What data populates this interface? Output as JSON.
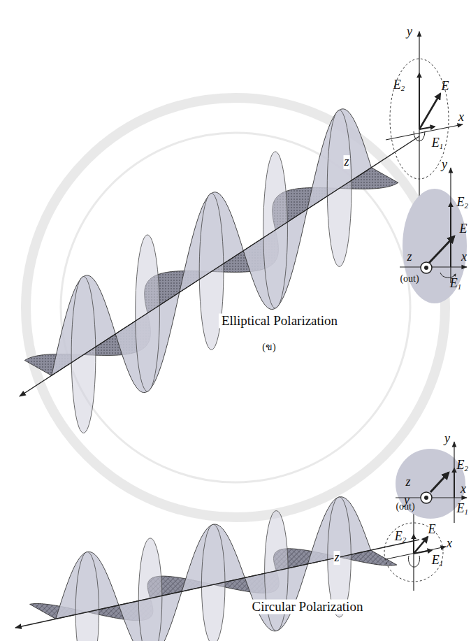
{
  "diagram": {
    "labels": [
      "y",
      "E2",
      "E",
      "x",
      "E1",
      "z",
      "y",
      "E2",
      "E",
      "x",
      "z",
      "(out)",
      "E1",
      "Elliptical Polarization",
      "(ข)",
      "y",
      "E2",
      "E",
      "x",
      "E1",
      "z",
      "y",
      "E2",
      "x",
      "z",
      "(out)",
      "E1",
      "Circular Polarization"
    ]
  }
}
